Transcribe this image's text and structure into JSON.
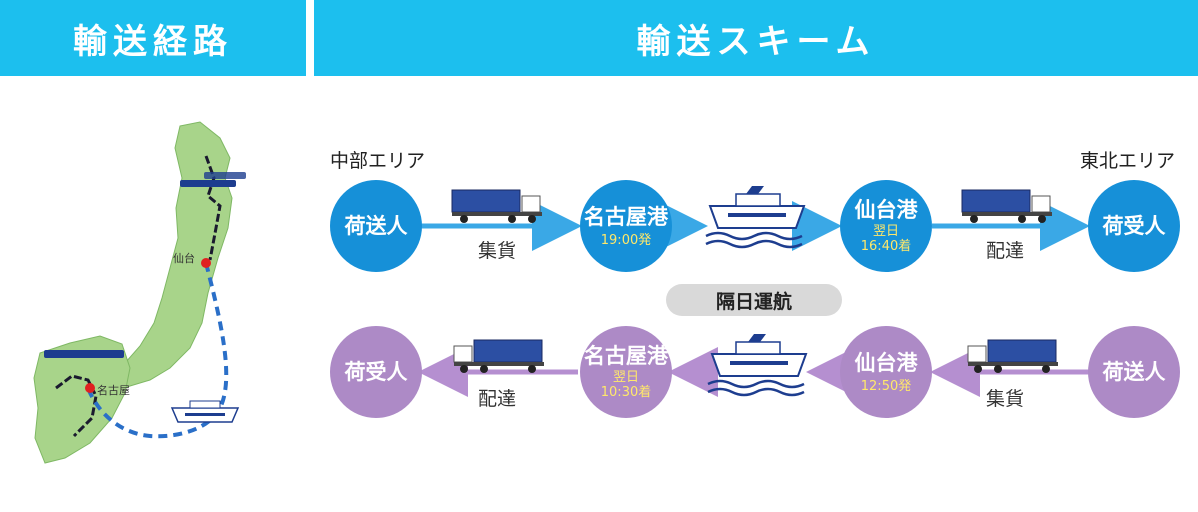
{
  "header": {
    "route_title": "輸送経路",
    "scheme_title": "輸送スキーム"
  },
  "map": {
    "sendai_label": "仙台",
    "nagoya_label": "名古屋"
  },
  "areas": {
    "chubu": "中部エリア",
    "tohoku": "東北エリア"
  },
  "top_row": {
    "shipper": "荷送人",
    "collect": "集貨",
    "nagoya_port": "名古屋港",
    "nagoya_time": "19:00発",
    "sendai_port": "仙台港",
    "sendai_day": "翌日",
    "sendai_time": "16:40着",
    "deliver": "配達",
    "receiver": "荷受人"
  },
  "middle_band": "隔日運航",
  "bottom_row": {
    "receiver": "荷受人",
    "deliver": "配達",
    "nagoya_port": "名古屋港",
    "nagoya_day": "翌日",
    "nagoya_time": "10:30着",
    "sendai_port": "仙台港",
    "sendai_time": "12:50発",
    "collect": "集貨",
    "shipper": "荷送人"
  },
  "colors": {
    "header": "#1cbfee",
    "blue_circle": "#1690d8",
    "purple_circle": "#ad8ac6",
    "blue_arrow": "#3aa8e6",
    "purple_arrow": "#b58fd0",
    "time_text": "#ffe86a"
  },
  "icons": {
    "truck": "truck-icon",
    "ferry": "ferry-icon",
    "train": "train-icon"
  }
}
